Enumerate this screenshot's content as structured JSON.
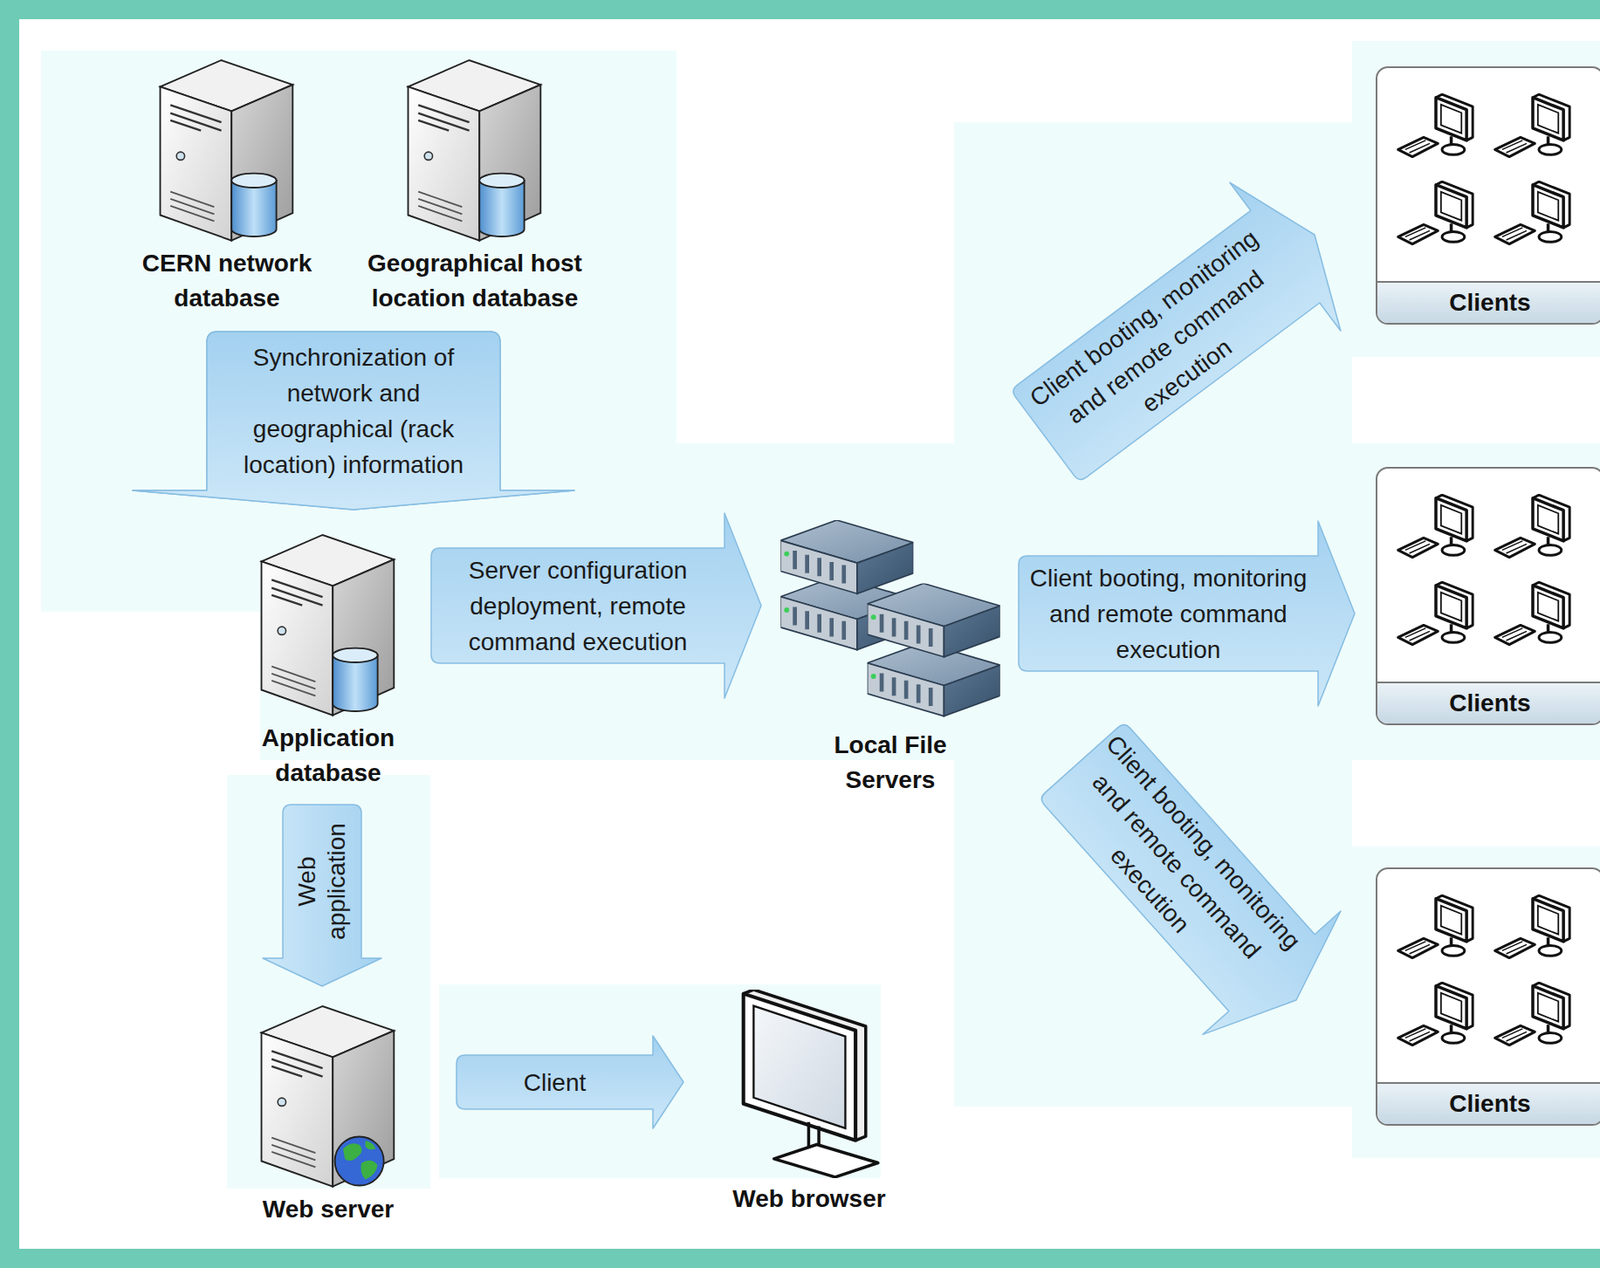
{
  "diagram": {
    "nodes": [
      {
        "text": [
          "CERN network database"
        ]
      },
      {
        "text": [
          "Geographical host location database"
        ]
      },
      {
        "text": [
          "Application database"
        ]
      },
      {
        "text": [
          "Local File Servers"
        ]
      },
      {
        "text": [
          "Clients"
        ]
      },
      {
        "text": [
          "Clients"
        ]
      },
      {
        "text": [
          "Clients"
        ]
      },
      {
        "text": [
          "Web server"
        ]
      },
      {
        "text": [
          "Web browser"
        ]
      }
    ],
    "edges": [
      {
        "from": 0,
        "to": 2,
        "arrow": "to",
        "label": "Synchronization of network and geographical (rack location) information"
      },
      {
        "from": 1,
        "to": 2,
        "arrow": "to"
      },
      {
        "from": 2,
        "to": 3,
        "arrow": "to",
        "label": "Server configuration deployment, remote command execution"
      },
      {
        "from": 3,
        "to": 4,
        "arrow": "to",
        "label": "Client booting, monitoring and remote command execution"
      },
      {
        "from": 3,
        "to": 5,
        "arrow": "to",
        "label": "Client booting, monitoring and remote command execution"
      },
      {
        "from": 3,
        "to": 6,
        "arrow": "to",
        "label": "Client booting, monitoring and remote command execution"
      },
      {
        "from": 2,
        "to": 7,
        "arrow": "to",
        "label": "Web application"
      },
      {
        "from": 7,
        "to": 8,
        "arrow": "to",
        "label": "Client"
      }
    ]
  }
}
